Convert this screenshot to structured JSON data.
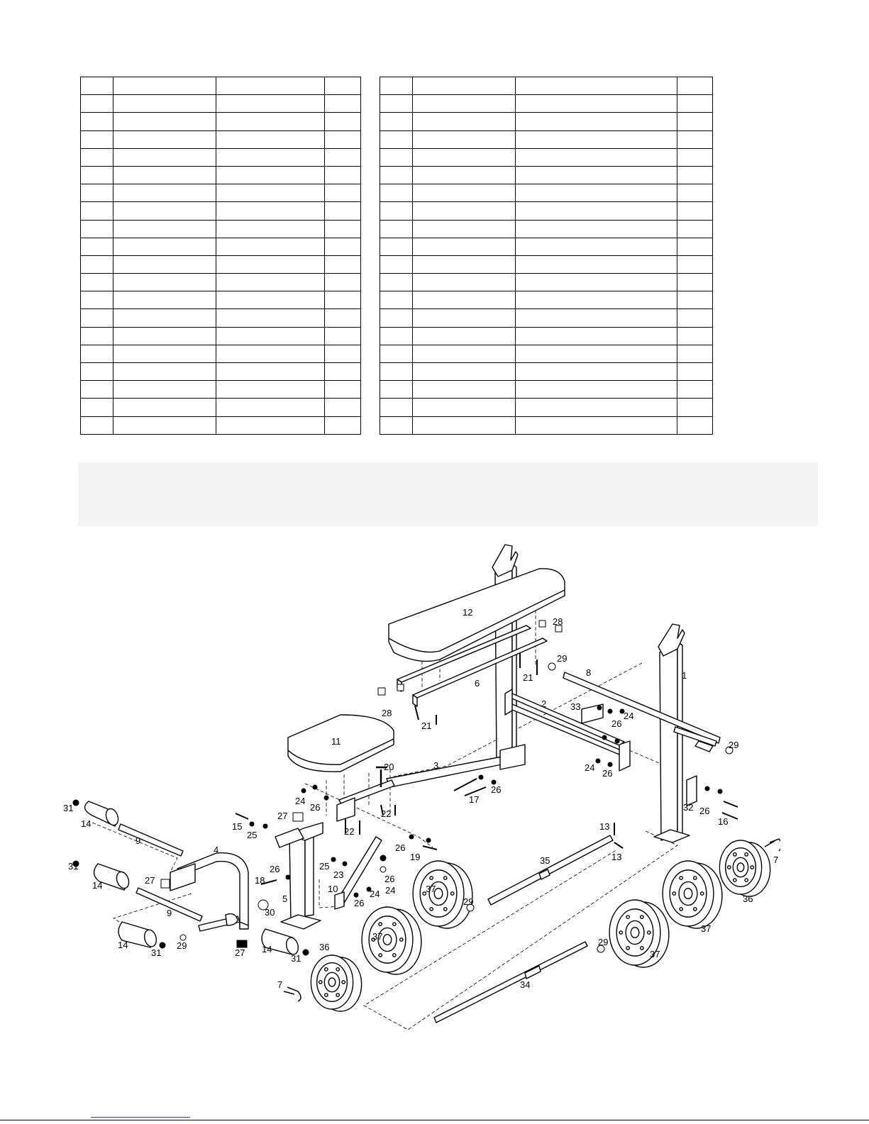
{
  "parts_table_left": {
    "rows": 20
  },
  "parts_table_right": {
    "rows": 20
  },
  "colors": {
    "line": "#000000",
    "note_band": "#f3f3f3",
    "link": "#2a2aff"
  },
  "callouts": {
    "c1": "1",
    "c2": "2",
    "c3": "3",
    "c4": "4",
    "c5": "5",
    "c6": "6",
    "c7": "7",
    "c8": "8",
    "c9": "9",
    "c10": "10",
    "c11": "11",
    "c12": "12",
    "c13": "13",
    "c14": "14",
    "c15": "15",
    "c16": "16",
    "c17": "17",
    "c18": "18",
    "c19": "19",
    "c20": "20",
    "c21": "21",
    "c22": "22",
    "c23": "23",
    "c24": "24",
    "c25": "25",
    "c26": "26",
    "c27": "27",
    "c28": "28",
    "c29": "29",
    "c30": "30",
    "c31": "31",
    "c32": "32",
    "c33": "33",
    "c34": "34",
    "c35": "35",
    "c36": "36",
    "c37": "37"
  }
}
